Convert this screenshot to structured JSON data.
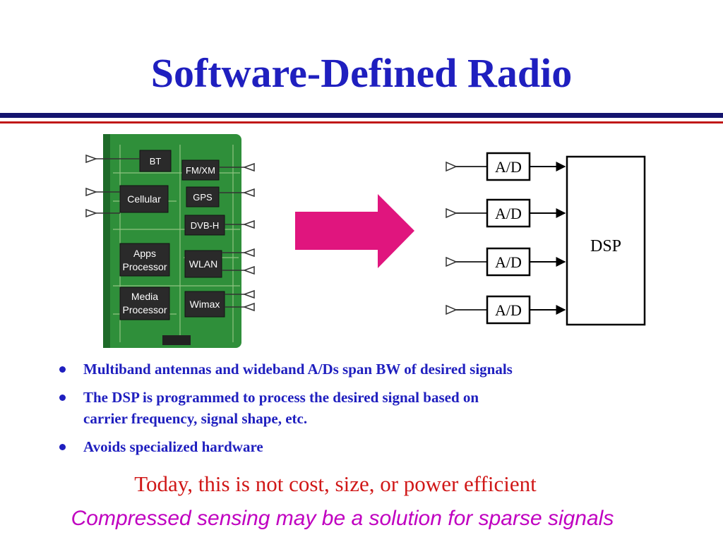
{
  "title": "Software-Defined Radio",
  "board": {
    "chips": [
      {
        "lines": [
          "BT"
        ]
      },
      {
        "lines": [
          "FM/XM"
        ]
      },
      {
        "lines": [
          "Cellular"
        ]
      },
      {
        "lines": [
          "GPS"
        ]
      },
      {
        "lines": [
          "DVB-H"
        ]
      },
      {
        "lines": [
          "Apps",
          "Processor"
        ]
      },
      {
        "lines": [
          "WLAN"
        ]
      },
      {
        "lines": [
          "Media",
          "Processor"
        ]
      },
      {
        "lines": [
          "Wimax"
        ]
      }
    ]
  },
  "diagram": {
    "adc_label": "A/D",
    "adc_count": 4,
    "dsp_label": "DSP"
  },
  "bullets": [
    {
      "line1": "Multiband antennas and wideband A/Ds span BW of desired signals",
      "line2": ""
    },
    {
      "line1": "The DSP is programmed to process the desired signal based on",
      "line2": "carrier frequency, signal shape, etc."
    },
    {
      "line1": "Avoids specialized hardware",
      "line2": ""
    }
  ],
  "note_cost": "Today, this is not cost, size, or power efficient",
  "note_cs": "Compressed sensing may be a solution for sparse signals",
  "colors": {
    "title": "#1f1fbf",
    "arrow": "#e0157e",
    "note_cost": "#d01818",
    "note_cs": "#c000c0"
  }
}
